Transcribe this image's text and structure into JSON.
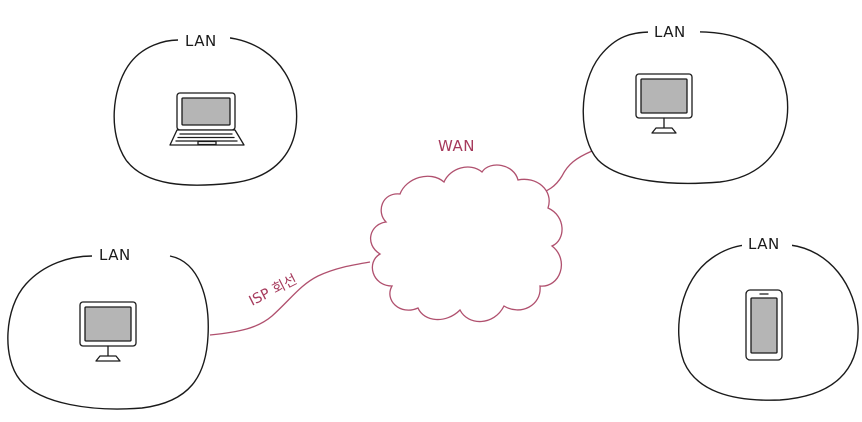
{
  "networks": {
    "wan_label": "WAN",
    "isp_label": "ISP 회선",
    "lans": [
      {
        "label": "LAN",
        "device": "laptop-icon"
      },
      {
        "label": "LAN",
        "device": "desktop-monitor-icon"
      },
      {
        "label": "LAN",
        "device": "desktop-monitor-icon"
      },
      {
        "label": "LAN",
        "device": "smartphone-icon"
      }
    ]
  },
  "colors": {
    "outline": "#1a1a1a",
    "link": "#b0506e",
    "wan_text": "#a63a5c",
    "device_fill": "#b5b5b5"
  }
}
